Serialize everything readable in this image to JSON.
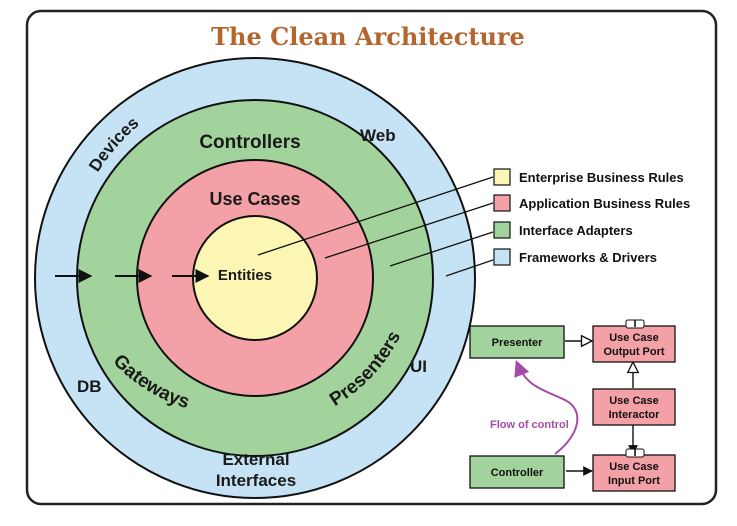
{
  "title": "The Clean Architecture",
  "colors": {
    "frame_border": "#222222",
    "title": "#b5652e",
    "frameworks": "#c5e3f5",
    "adapters": "#a3d39c",
    "usecases": "#f3a0a6",
    "entities": "#fbf6b3",
    "flow": "#a64ca6"
  },
  "rings": {
    "outer": {
      "labels": {
        "devices": "Devices",
        "web": "Web",
        "db": "DB",
        "ui": "UI",
        "external_line1": "External",
        "external_line2": "Interfaces"
      }
    },
    "adapters": {
      "labels": {
        "controllers": "Controllers",
        "gateways": "Gateways",
        "presenters": "Presenters"
      }
    },
    "usecases": {
      "label": "Use Cases"
    },
    "entities": {
      "label": "Entities"
    }
  },
  "legend": [
    {
      "label": "Enterprise Business Rules",
      "color": "#fbf6b3"
    },
    {
      "label": "Application Business Rules",
      "color": "#f3a0a6"
    },
    {
      "label": "Interface Adapters",
      "color": "#a3d39c"
    },
    {
      "label": "Frameworks & Drivers",
      "color": "#c5e3f5"
    }
  ],
  "flow_diagram": {
    "presenter": "Presenter",
    "output_port_line1": "Use Case",
    "output_port_line2": "Output Port",
    "interactor_line1": "Use Case",
    "interactor_line2": "Interactor",
    "controller": "Controller",
    "input_port_line1": "Use Case",
    "input_port_line2": "Input Port",
    "flow_label": "Flow of control",
    "interface_marker": "I"
  }
}
